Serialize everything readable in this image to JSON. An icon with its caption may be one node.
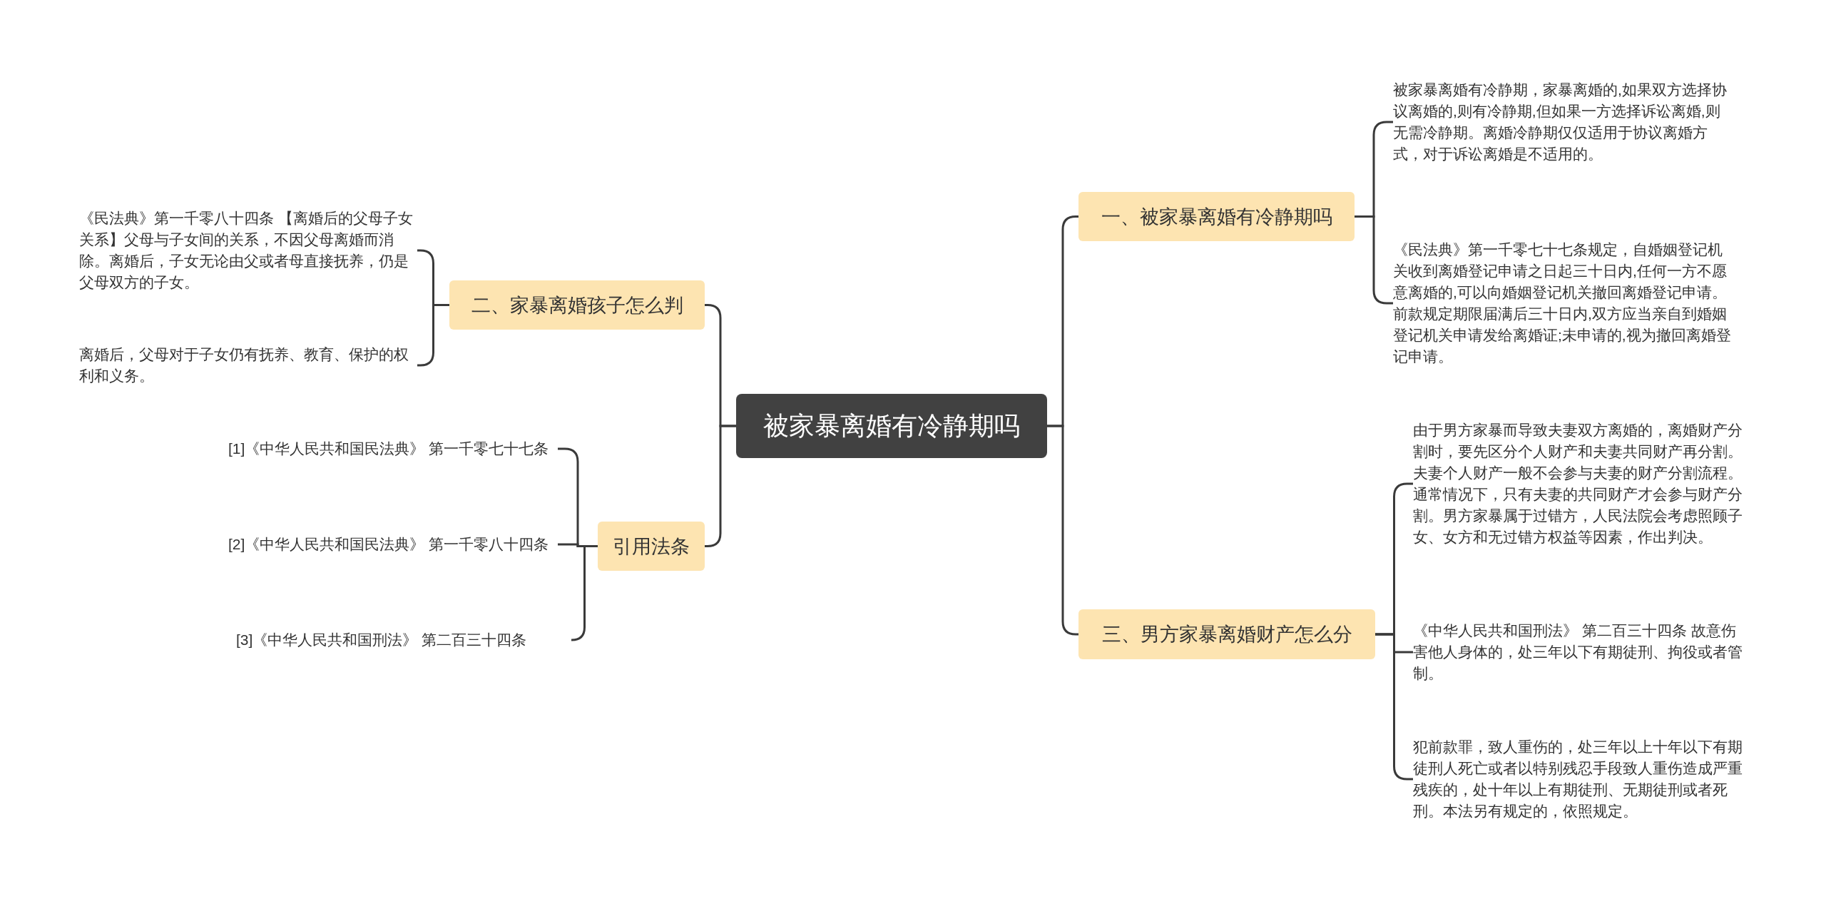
{
  "diagram": {
    "nodes": [
      {
        "text": [
          "被家暴离婚有冷静期吗"
        ]
      },
      {
        "text": [
          "二、家暴离婚孩子怎么判"
        ]
      },
      {
        "text": [
          "《民法典》第一千零八十四条 【离婚后的父母子女关系】父母与子女间的关系，不因父母离婚而消除。离婚后，子女无论由父或者母直接抚养，仍是父母双方的子女。"
        ]
      },
      {
        "text": [
          "离婚后，父母对于子女仍有抚养、教育、保护的权利和义务。"
        ]
      },
      {
        "text": [
          "引用法条"
        ]
      },
      {
        "text": [
          "[1]《中华人民共和国民法典》 第一千零七十七条"
        ]
      },
      {
        "text": [
          "[2]《中华人民共和国民法典》 第一千零八十四条"
        ]
      },
      {
        "text": [
          "[3]《中华人民共和国刑法》 第二百三十四条"
        ]
      },
      {
        "text": [
          "一、被家暴离婚有冷静期吗"
        ]
      },
      {
        "text": [
          "被家暴离婚有冷静期，家暴离婚的,如果双方选择协议离婚的,则有冷静期,但如果一方选择诉讼离婚,则无需冷静期。离婚冷静期仅仅适用于协议离婚方式，对于诉讼离婚是不适用的。"
        ]
      },
      {
        "text": [
          "《民法典》第一千零七十七条规定，自婚姻登记机关收到离婚登记申请之日起三十日内,任何一方不愿意离婚的,可以向婚姻登记机关撤回离婚登记申请。前款规定期限届满后三十日内,双方应当亲自到婚姻登记机关申请发给离婚证;未申请的,视为撤回离婚登记申请。"
        ]
      },
      {
        "text": [
          "三、男方家暴离婚财产怎么分"
        ]
      },
      {
        "text": [
          "由于男方家暴而导致夫妻双方离婚的，离婚财产分割时，要先区分个人财产和夫妻共同财产再分割。夫妻个人财产一般不会参与夫妻的财产分割流程。通常情况下，只有夫妻的共同财产才会参与财产分割。男方家暴属于过错方，人民法院会考虑照顾子女、女方和无过错方权益等因素，作出判决。"
        ]
      },
      {
        "text": [
          "《中华人民共和国刑法》 第二百三十四条 故意伤害他人身体的，处三年以下有期徒刑、拘役或者管制。"
        ]
      },
      {
        "text": [
          "犯前款罪，致人重伤的，处三年以上十年以下有期徒刑人死亡或者以特别残忍手段致人重伤造成严重残疾的，处十年以上有期徒刑、无期徒刑或者死刑。本法另有规定的，依照规定。"
        ]
      }
    ],
    "edges": [
      {
        "from": 0,
        "to": 1,
        "arrow": "none"
      },
      {
        "from": 1,
        "to": 2,
        "arrow": "none"
      },
      {
        "from": 1,
        "to": 3,
        "arrow": "none"
      },
      {
        "from": 0,
        "to": 4,
        "arrow": "none"
      },
      {
        "from": 4,
        "to": 5,
        "arrow": "none"
      },
      {
        "from": 4,
        "to": 6,
        "arrow": "none"
      },
      {
        "from": 4,
        "to": 7,
        "arrow": "none"
      },
      {
        "from": 0,
        "to": 8,
        "arrow": "none"
      },
      {
        "from": 8,
        "to": 9,
        "arrow": "none"
      },
      {
        "from": 8,
        "to": 10,
        "arrow": "none"
      },
      {
        "from": 0,
        "to": 11,
        "arrow": "none"
      },
      {
        "from": 11,
        "to": 12,
        "arrow": "none"
      },
      {
        "from": 11,
        "to": 13,
        "arrow": "none"
      },
      {
        "from": 11,
        "to": 14,
        "arrow": "none"
      }
    ]
  }
}
